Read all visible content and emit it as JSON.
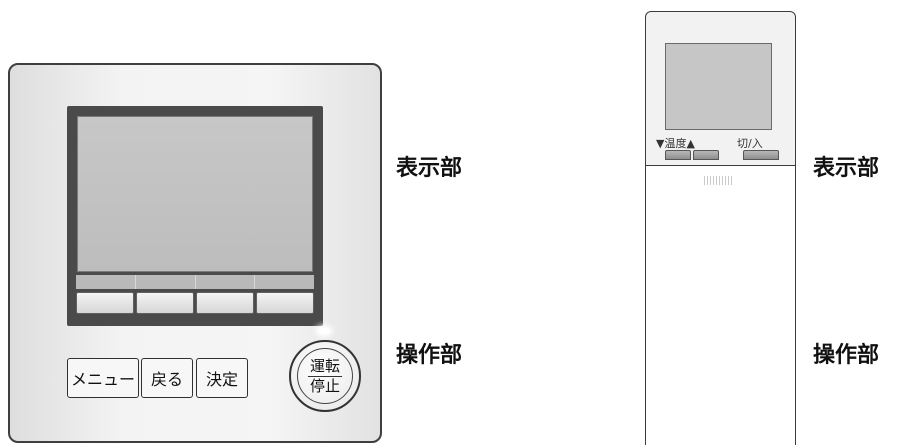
{
  "wall_controller": {
    "buttons": {
      "menu": "メニュー",
      "back": "戻る",
      "confirm": "決定",
      "run_stop_top": "運転",
      "run_stop_bottom": "停止"
    },
    "labels": {
      "display": "表示部",
      "controls": "操作部"
    }
  },
  "remote": {
    "key_labels": {
      "temperature": "▼温度▲",
      "power": "切/入"
    },
    "labels": {
      "display": "表示部",
      "controls": "操作部"
    }
  }
}
